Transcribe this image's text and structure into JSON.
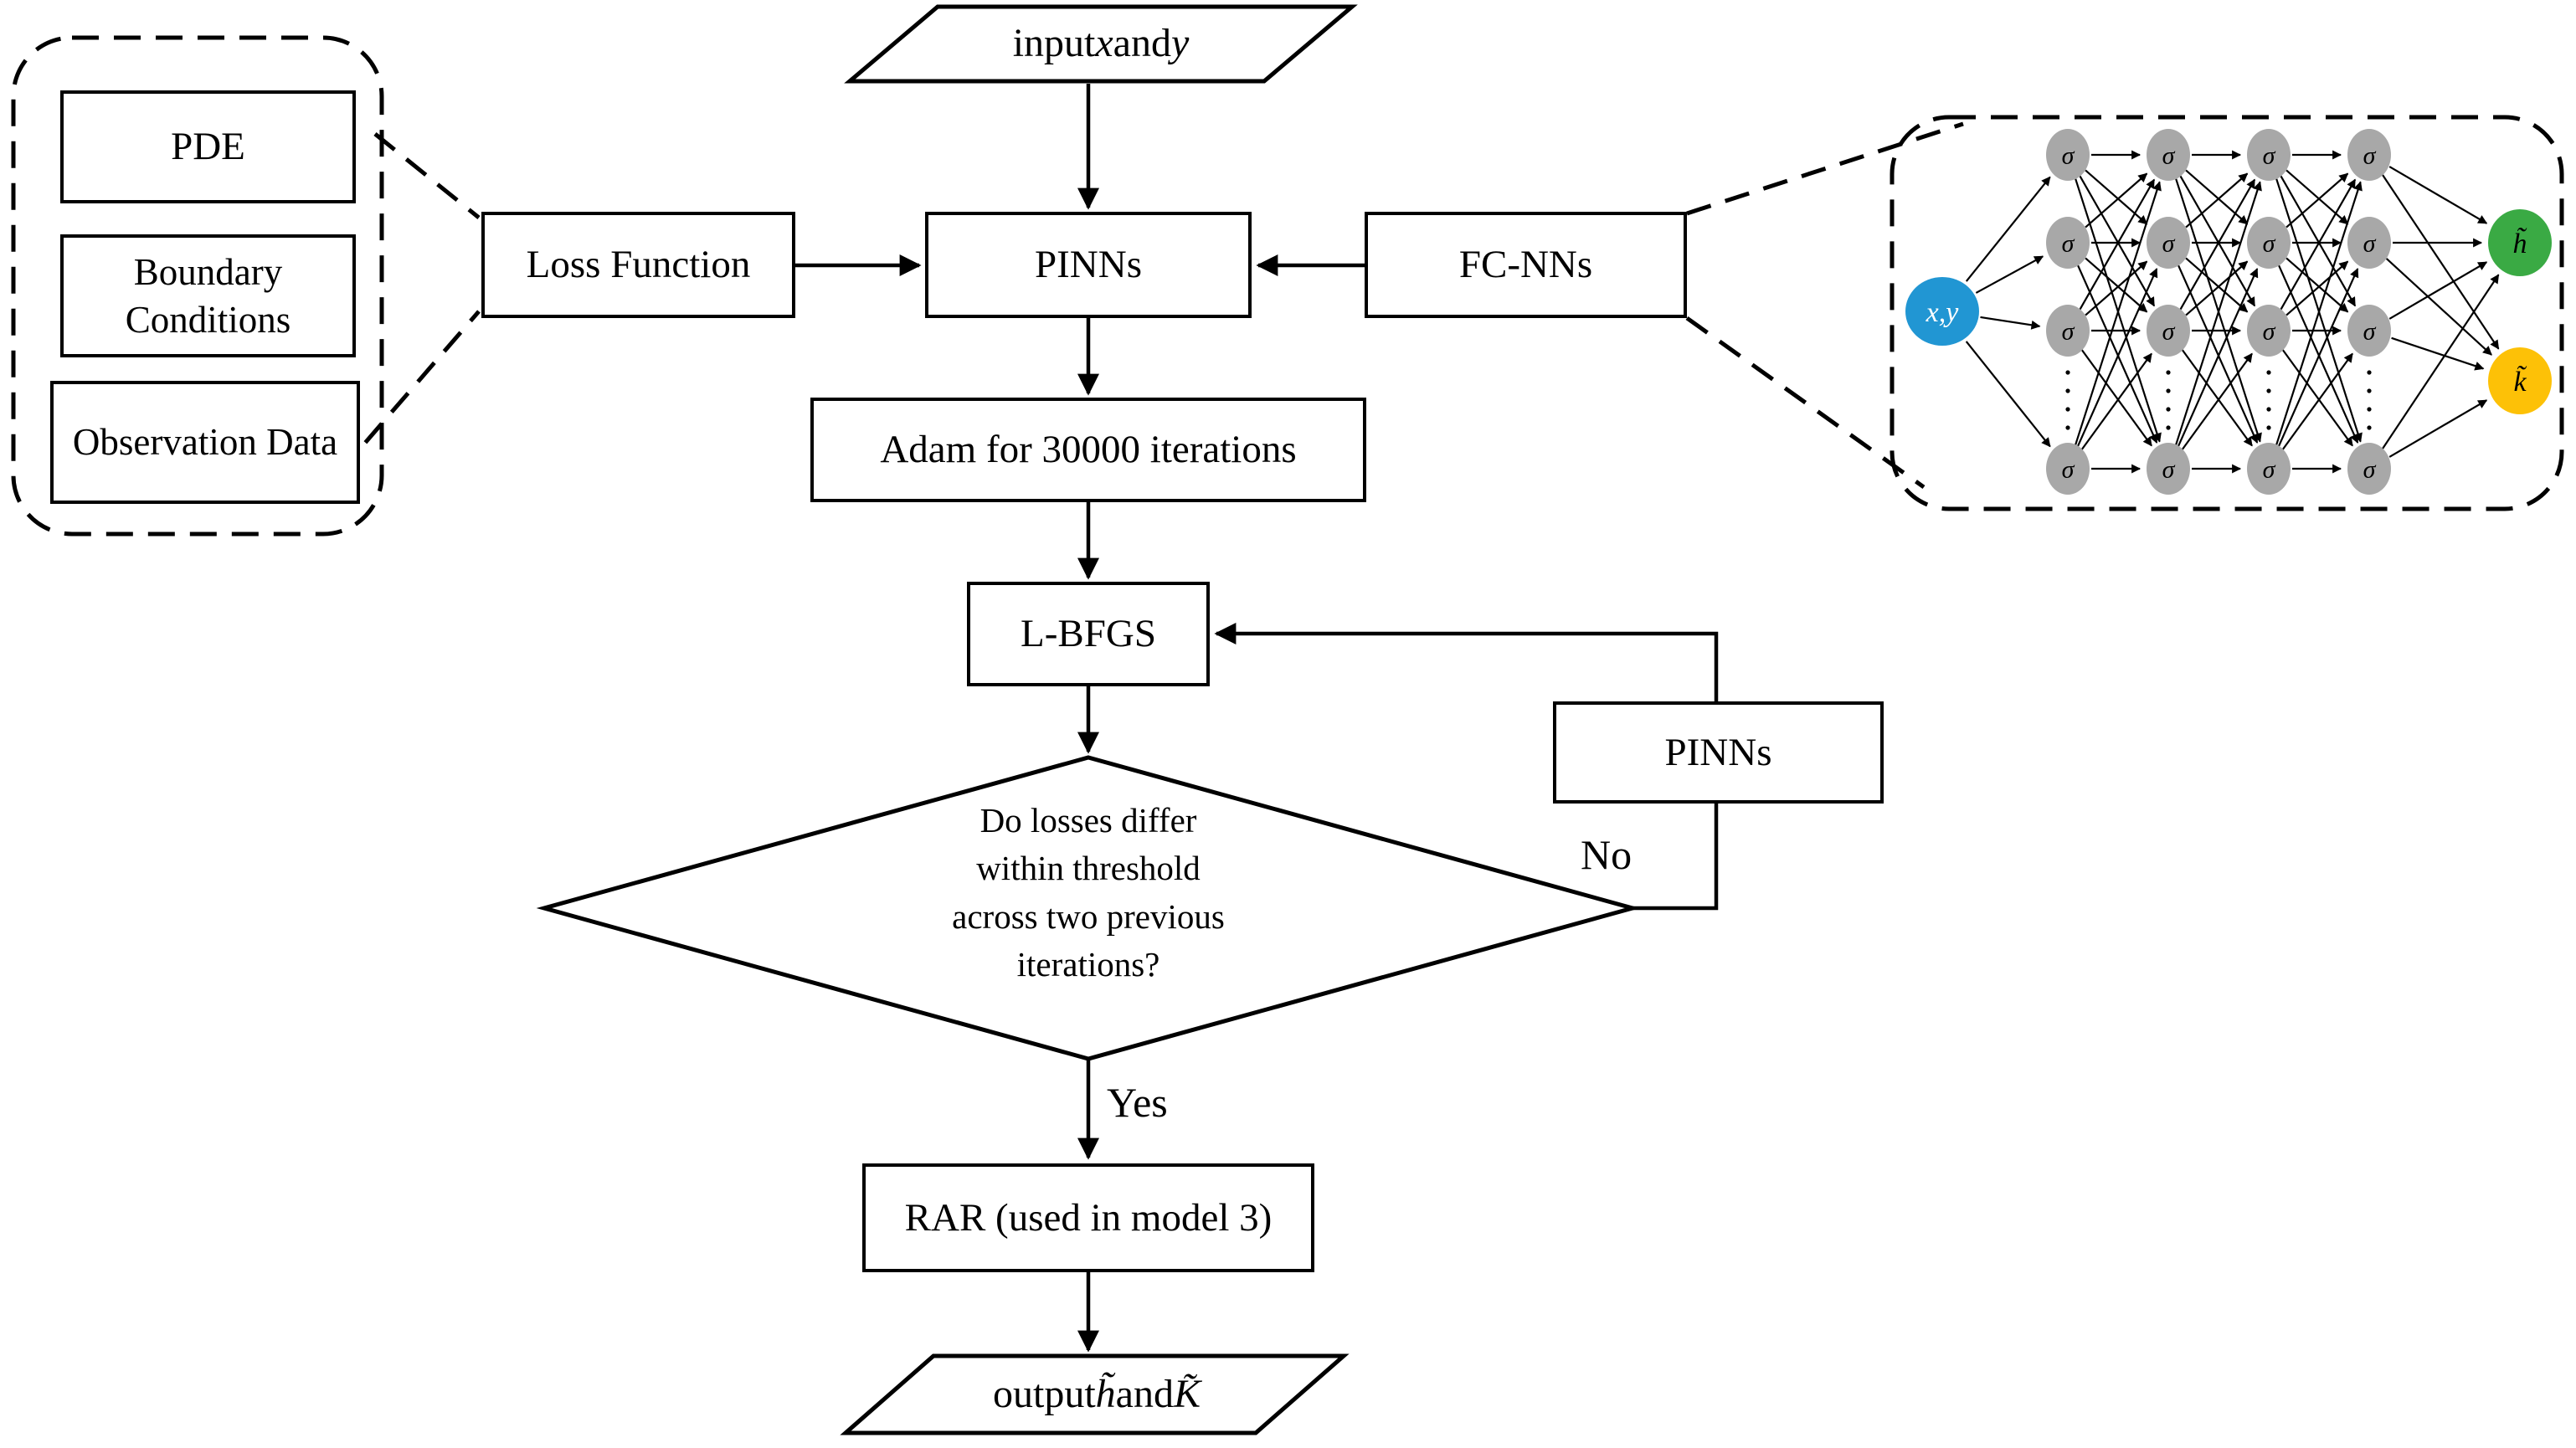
{
  "title": "PINN training flowchart",
  "colors": {
    "line": "#000000",
    "background": "#ffffff",
    "nn_input": "#2196d3",
    "nn_hidden": "#a8a8a8",
    "nn_output_top": "#3aaa44",
    "nn_output_bottom": "#fdc107"
  },
  "left_panel": {
    "items": [
      "PDE",
      "Boundary Conditions",
      "Observation Data"
    ]
  },
  "flow": {
    "input_parts": [
      "input ",
      "x",
      " and ",
      "y"
    ],
    "loss_function": "Loss Function",
    "pinns1": "PINNs",
    "fcnns": "FC-NNs",
    "adam": "Adam for 30000 iterations",
    "lbfgs": "L-BFGS",
    "decision_lines": [
      "Do losses differ",
      "within threshold",
      "across two previous",
      "iterations?"
    ],
    "pinns2": "PINNs",
    "no_label": "No",
    "yes_label": "Yes",
    "rar": "RAR (used in model 3)",
    "output_parts": [
      "output ",
      "h̃",
      " and ",
      "K̃"
    ]
  },
  "network": {
    "input_label": "x,y",
    "hidden_label": "σ",
    "output_top_label": "h̃",
    "output_bottom_label": "k̃",
    "hidden_layers": 4,
    "visible_nodes_per_hidden_layer": 4,
    "has_ellipsis_dots": true
  }
}
